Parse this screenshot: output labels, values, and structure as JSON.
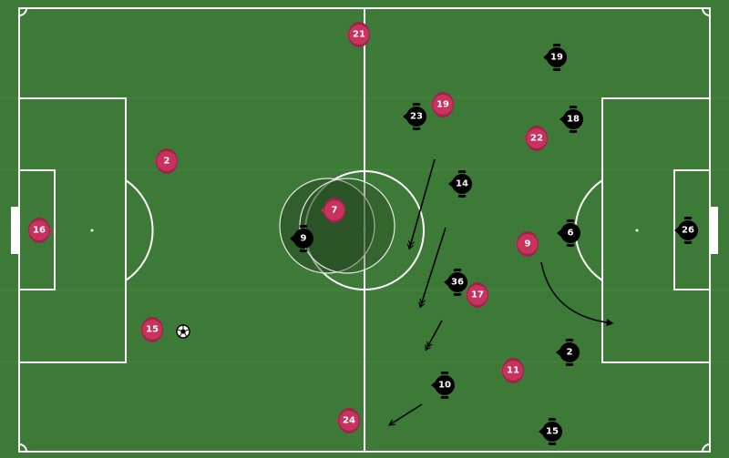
{
  "colors": {
    "grass": "#3e7a37",
    "stripe": "#4a8a3e",
    "lines": "#ffffff",
    "team_red": "#c8325e",
    "team_red_dark": "#9b2448",
    "team_black": "#000000",
    "arrow": "#000000"
  },
  "red_team": {
    "players": [
      {
        "number": "21",
        "facing": "left"
      },
      {
        "number": "19",
        "facing": "left"
      },
      {
        "number": "22",
        "facing": "left"
      },
      {
        "number": "2",
        "facing": "left"
      },
      {
        "number": "16",
        "facing": "right"
      },
      {
        "number": "7",
        "facing": "left"
      },
      {
        "number": "9",
        "facing": "left"
      },
      {
        "number": "17",
        "facing": "left"
      },
      {
        "number": "15",
        "facing": "left"
      },
      {
        "number": "11",
        "facing": "left"
      },
      {
        "number": "24",
        "facing": "left"
      }
    ]
  },
  "black_team": {
    "players": [
      {
        "number": "19",
        "facing": "left"
      },
      {
        "number": "23",
        "facing": "left"
      },
      {
        "number": "18",
        "facing": "left"
      },
      {
        "number": "14",
        "facing": "left"
      },
      {
        "number": "9",
        "facing": "left"
      },
      {
        "number": "6",
        "facing": "left"
      },
      {
        "number": "26",
        "facing": "left"
      },
      {
        "number": "36",
        "facing": "left"
      },
      {
        "number": "2",
        "facing": "left"
      },
      {
        "number": "10",
        "facing": "left"
      },
      {
        "number": "15",
        "facing": "left"
      }
    ]
  },
  "ball": {
    "icon": "soccer-ball-icon"
  },
  "zones": [
    {
      "name": "pressure-zone-7"
    },
    {
      "name": "pressure-zone-9"
    }
  ],
  "runs": [
    {
      "name": "run-arrow-1",
      "style": "double-head"
    },
    {
      "name": "run-arrow-2",
      "style": "double-head"
    },
    {
      "name": "run-arrow-3",
      "style": "double-head"
    },
    {
      "name": "run-arrow-4",
      "style": "double-head"
    },
    {
      "name": "run-arrow-5",
      "style": "open-head"
    },
    {
      "name": "run-arrow-6",
      "style": "filled-head"
    }
  ]
}
